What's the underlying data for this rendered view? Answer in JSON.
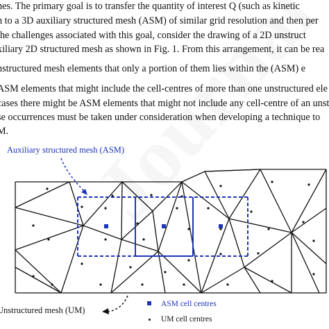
{
  "text_lines": [
    "hes.  The primary goal is to transfer the quantity of interest Q (such as kinetic",
    "h to a 3D auxiliary structured mesh (ASM) of similar grid resolution and then per",
    " the challenges associated with this goal, consider the drawing of a 2D unstruct",
    "xiliary 2D structured mesh as shown in Fig. 1. From this arrangement, it can be rea",
    "nstructured mesh elements that only a portion of them lies within the (ASM) e",
    "ASM elements that might include the cell-centres of more than one unstructured ele",
    "cases there might be ASM elements that might not include any cell-centre of an unst",
    "se occurrences must be taken under consideration when developing a technique to",
    "M."
  ],
  "figure": {
    "asm_label": "Auxiliary structured mesh (ASM)",
    "um_label": "Unstructured mesh (UM)",
    "legend_asm": "ASM cell centres",
    "legend_um": "UM cell centres",
    "asm_color": "#1f35b8",
    "um_color": "#111111"
  },
  "watermark": "Journal Pre-proof"
}
